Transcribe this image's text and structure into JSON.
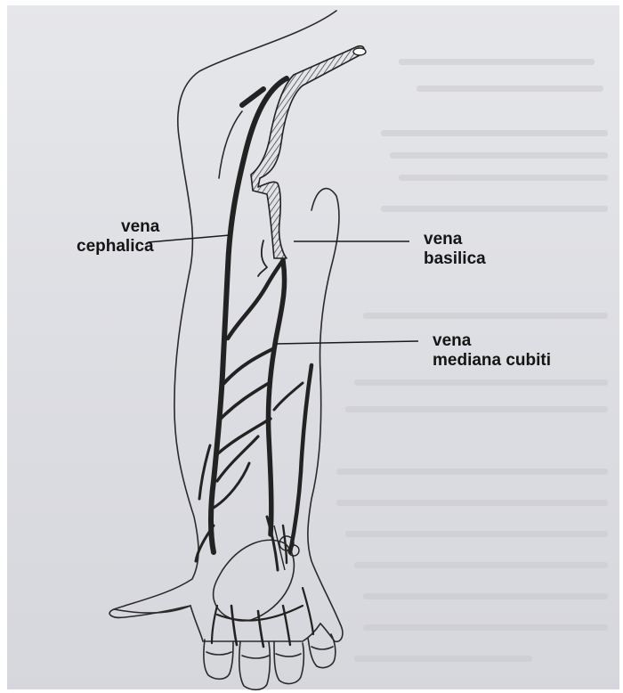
{
  "colors": {
    "paper": "#dfe0e4",
    "ink": "#151515",
    "vein": "#222222",
    "bleed_text": "#c8c9ce"
  },
  "labels": {
    "cephalica": {
      "line1": "vena",
      "line2": "cephalica"
    },
    "basilica": {
      "line1": "vena",
      "line2": "basilica"
    },
    "mediana": {
      "line1": "vena",
      "line2": "mediana cubiti"
    }
  }
}
